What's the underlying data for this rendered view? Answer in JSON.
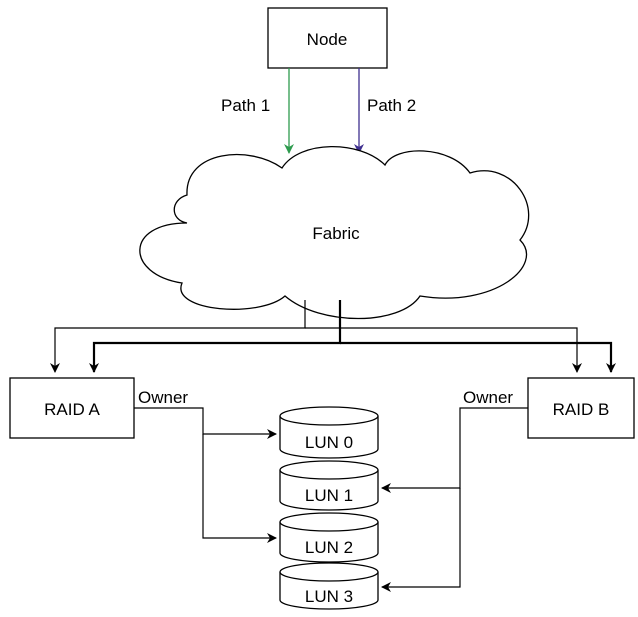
{
  "colors": {
    "path1": "#2e9b4e",
    "path2": "#3e2f8f",
    "line": "#000000",
    "fill": "#ffffff"
  },
  "node": {
    "label": "Node"
  },
  "paths": [
    {
      "label": "Path 1"
    },
    {
      "label": "Path 2"
    }
  ],
  "fabric": {
    "label": "Fabric"
  },
  "raid_a": {
    "label": "RAID A",
    "owner_label": "Owner"
  },
  "raid_b": {
    "label": "RAID B",
    "owner_label": "Owner"
  },
  "luns": [
    {
      "label": "LUN 0"
    },
    {
      "label": "LUN 1"
    },
    {
      "label": "LUN 2"
    },
    {
      "label": "LUN 3"
    }
  ]
}
